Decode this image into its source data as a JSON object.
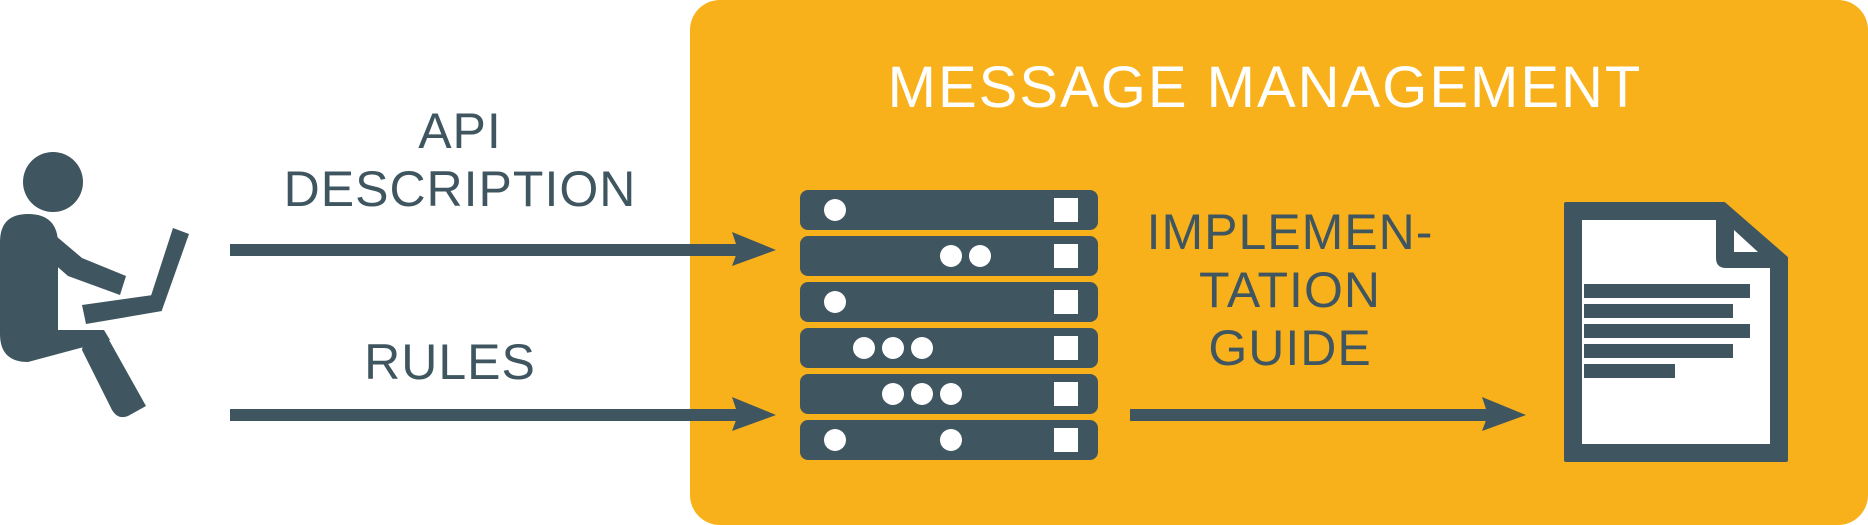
{
  "colors": {
    "accent": "#F9B11B",
    "ink": "#3F5660",
    "white": "#FFFFFF"
  },
  "title": "MESSAGE MANAGEMENT",
  "inputs": [
    {
      "lines": [
        "API",
        "DESCRIPTION"
      ]
    },
    {
      "lines": [
        "RULES"
      ]
    }
  ],
  "output": {
    "lines": [
      "IMPLEMEN-",
      "TATION",
      "GUIDE"
    ]
  },
  "icons": {
    "user": "person-at-laptop-icon",
    "server": "server-rack-icon",
    "document": "document-icon"
  },
  "server": {
    "units": [
      {
        "dots": [
          1
        ]
      },
      {
        "dots": [
          5,
          6
        ]
      },
      {
        "dots": [
          1
        ]
      },
      {
        "dots": [
          2,
          3,
          4
        ]
      },
      {
        "dots": [
          3,
          4,
          5
        ]
      },
      {
        "dots": [
          1,
          5
        ]
      }
    ]
  },
  "document": {
    "text_line_fractions": [
      1.0,
      0.9,
      1.0,
      0.9,
      0.55
    ]
  }
}
